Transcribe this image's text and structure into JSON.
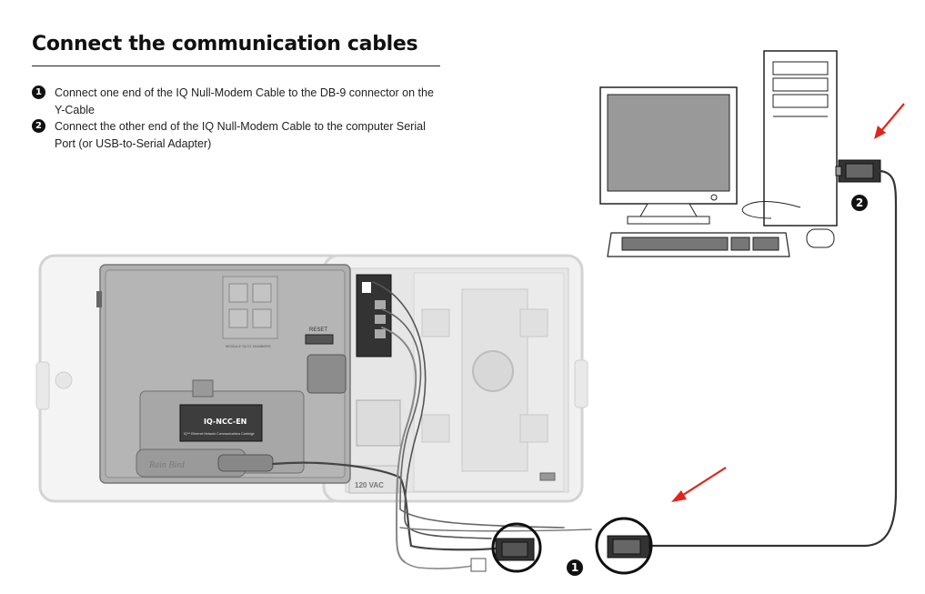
{
  "heading": "Connect the communication cables",
  "steps": [
    {
      "number": "1",
      "text": "Connect one end of the IQ Null-Modem Cable to the DB-9 connector on the Y-Cable"
    },
    {
      "number": "2",
      "text": "Connect the other end of the IQ Null-Modem Cable to the computer Serial Port (or USB-to-Serial Adapter)"
    }
  ],
  "diagram": {
    "cartridge_label": "IQ-NCC-EN",
    "cartridge_sublabel": "IQ™ Ethernet Network Communications Cartridge",
    "reset_label": "RESET",
    "voltage_label": "120 VAC",
    "module_slot_label": "MODULE SLOT NUMBERS",
    "brand_label": "Rain Bird",
    "callout_1": "1",
    "callout_2": "2"
  },
  "colors": {
    "arrow": "#e0261b",
    "cable": "#333333"
  }
}
